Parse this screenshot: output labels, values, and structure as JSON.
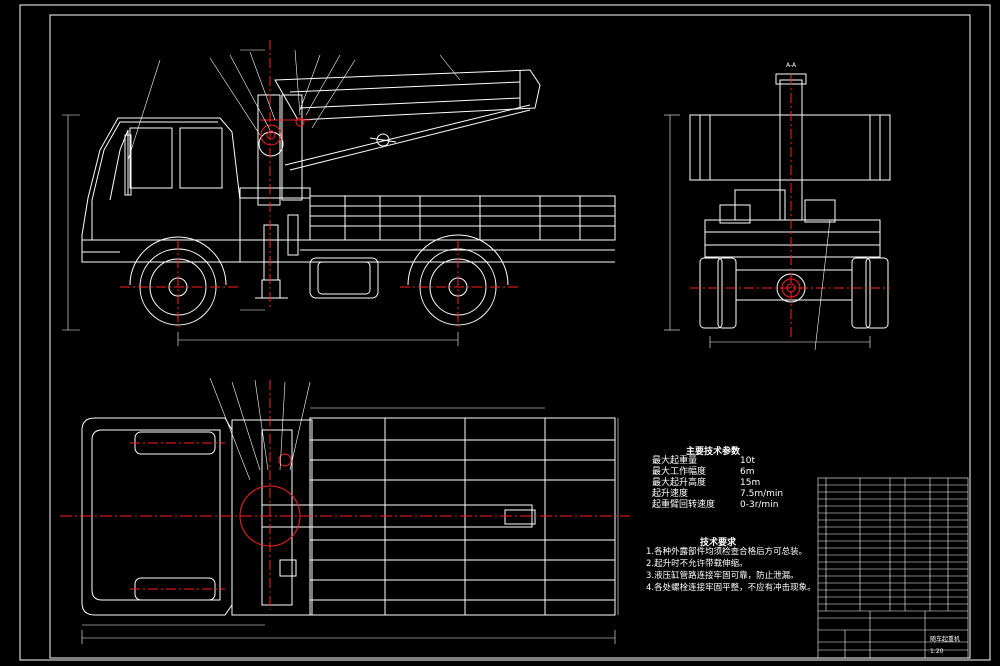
{
  "colors": {
    "background": "#000000",
    "outline": "#ffffff",
    "centerline": "#ff2020",
    "callout": "#ffffff",
    "dimension": "#cfcfcf"
  },
  "views": {
    "side_view": {},
    "rear_view": {
      "section_label": "A-A"
    },
    "top_view": {}
  },
  "specs": {
    "title": "主要技术参数",
    "rows": [
      {
        "label": "最大起重量",
        "value": "10t"
      },
      {
        "label": "最大工作幅度",
        "value": "6m"
      },
      {
        "label": "最大起升高度",
        "value": "15m"
      },
      {
        "label": "起升速度",
        "value": "7.5m/min"
      },
      {
        "label": "起重臂回转速度",
        "value": "0-3r/min"
      }
    ]
  },
  "notes": {
    "title": "技术要求",
    "items": [
      "1.各种外露部件均须检查合格后方可总装。",
      "2.起升时不允许带载伸缩。",
      "3.液压缸管路连接牢固可靠，防止泄漏。",
      "4.各处螺栓连接牢固平整，不应有冲击现象。"
    ]
  },
  "title_block": {
    "drawing_name": "随车起重机",
    "scale": "1:20"
  }
}
